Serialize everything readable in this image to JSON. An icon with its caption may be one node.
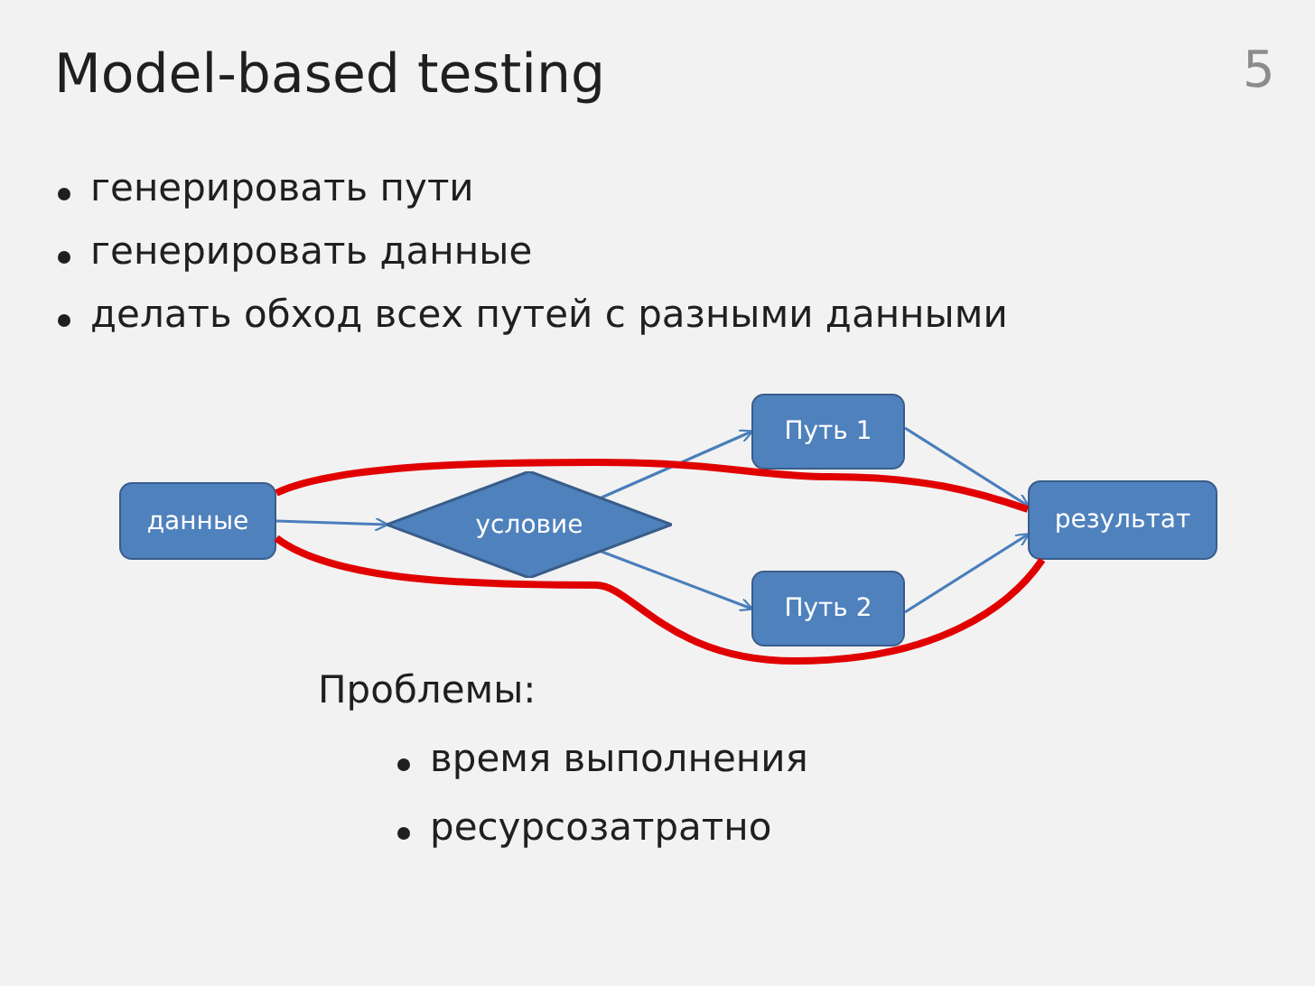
{
  "diagram": {
    "title": "Model-based testing",
    "nodes": [
      {
        "text": [
          "данные"
        ]
      },
      {
        "text": [
          "условие"
        ]
      },
      {
        "text": [
          "Путь 1"
        ]
      },
      {
        "text": [
          "Путь 2"
        ]
      },
      {
        "text": [
          "результат"
        ]
      }
    ],
    "edges": [
      {
        "from": 0,
        "to": 1,
        "arrow": "to"
      },
      {
        "from": 1,
        "to": 2,
        "arrow": "to"
      },
      {
        "from": 1,
        "to": 3,
        "arrow": "to"
      },
      {
        "from": 2,
        "to": 4,
        "arrow": "to"
      },
      {
        "from": 3,
        "to": 4,
        "arrow": "to"
      },
      {
        "from": 0,
        "to": 4,
        "arrow": "none",
        "style": "thick",
        "color": "#e00000"
      },
      {
        "from": 0,
        "to": 4,
        "arrow": "none",
        "style": "thick",
        "color": "#e00000"
      }
    ],
    "labels": [
      "5",
      "генерировать пути",
      "генерировать данные",
      "делать обход всех путей с разными данными",
      "Проблемы:",
      "время выполнения",
      "ресурсозатратно"
    ]
  }
}
